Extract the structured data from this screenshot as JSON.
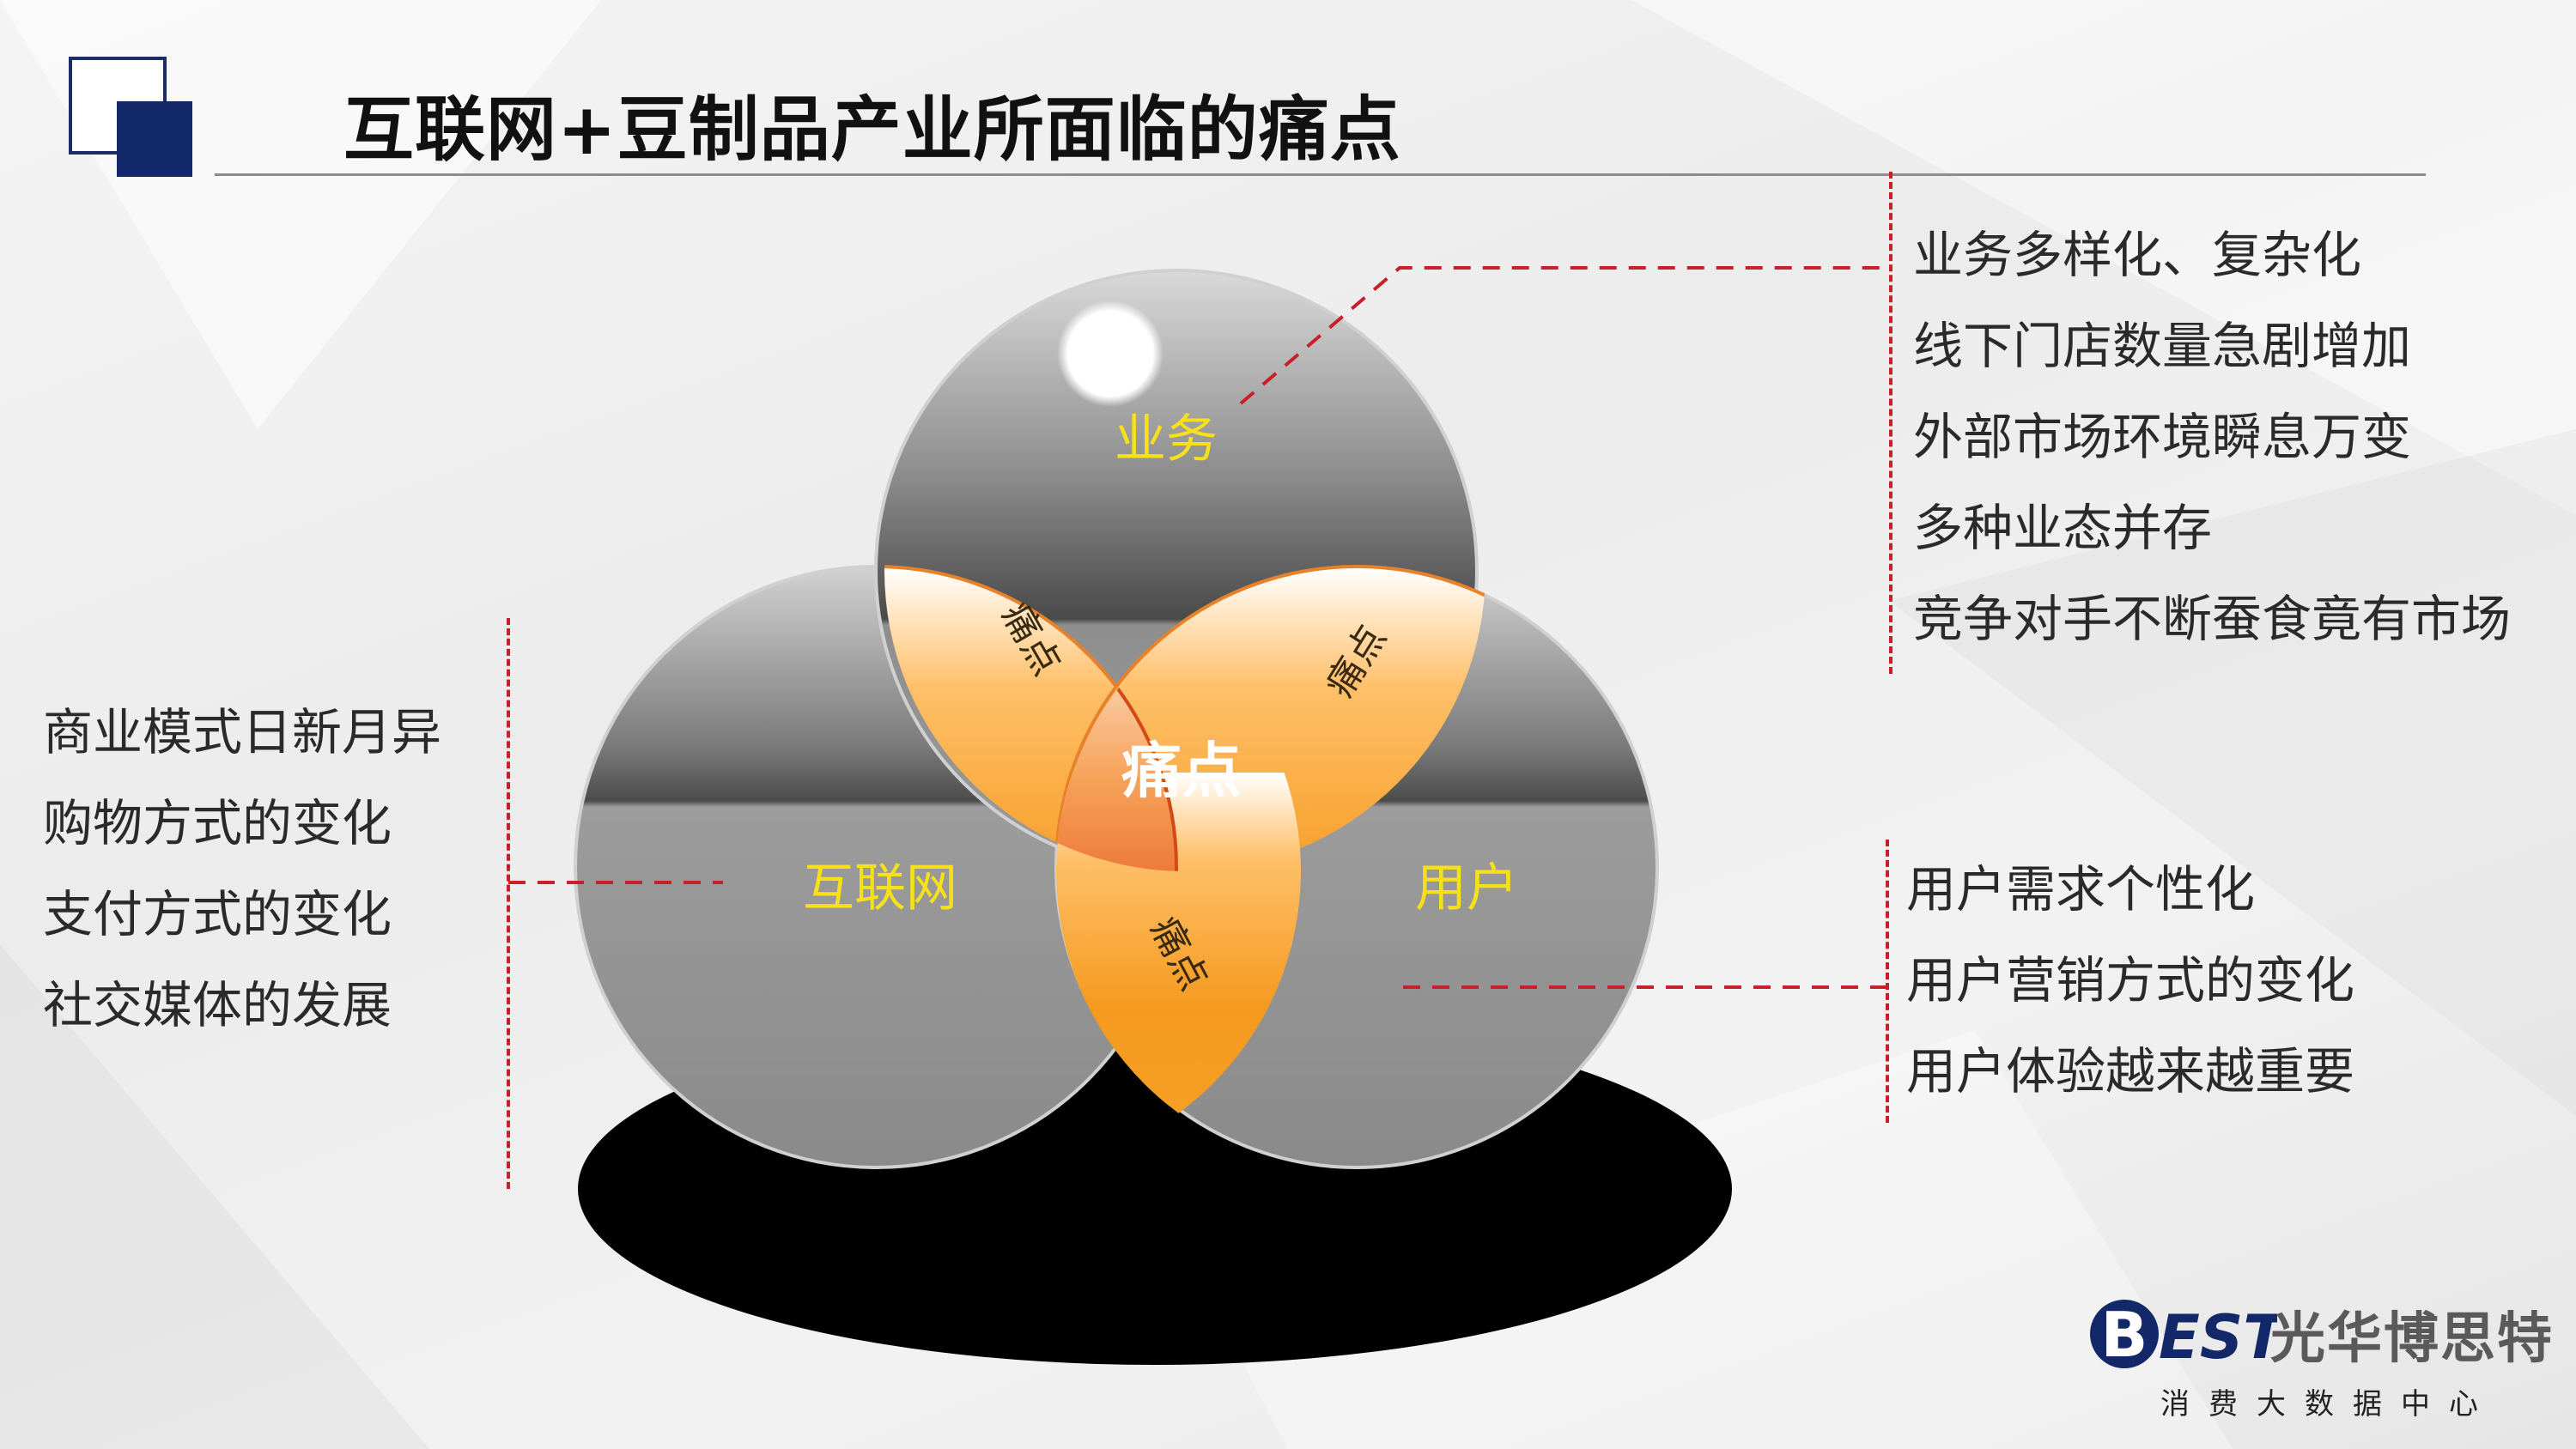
{
  "title": "互联网+豆制品产业所面临的痛点",
  "venn": {
    "circles": {
      "top": "业务",
      "left": "互联网",
      "right": "用户"
    },
    "center": "痛点",
    "overlaps": {
      "top_left": "痛点",
      "top_right": "痛点",
      "bottom": "痛点"
    }
  },
  "lists": {
    "business": [
      "业务多样化、复杂化",
      "线下门店数量急剧增加",
      "外部市场环境瞬息万变",
      "多种业态并存",
      "竞争对手不断蚕食竟有市场"
    ],
    "internet": [
      "商业模式日新月异",
      "购物方式的变化",
      "支付方式的变化",
      "社交媒体的发展"
    ],
    "user": [
      "用户需求个性化",
      "用户营销方式的变化",
      "用户体验越来越重要"
    ]
  },
  "brand": {
    "mark": "B",
    "mark_rest": "EST",
    "name": "光华博思特",
    "tagline": "消费大数据中心"
  },
  "colors": {
    "accent_red": "#c8202a",
    "label_yellow": "#f5e01a",
    "overlap_orange": "#f59a1e",
    "center_orange": "#e8622a",
    "brand_navy": "#132868"
  }
}
